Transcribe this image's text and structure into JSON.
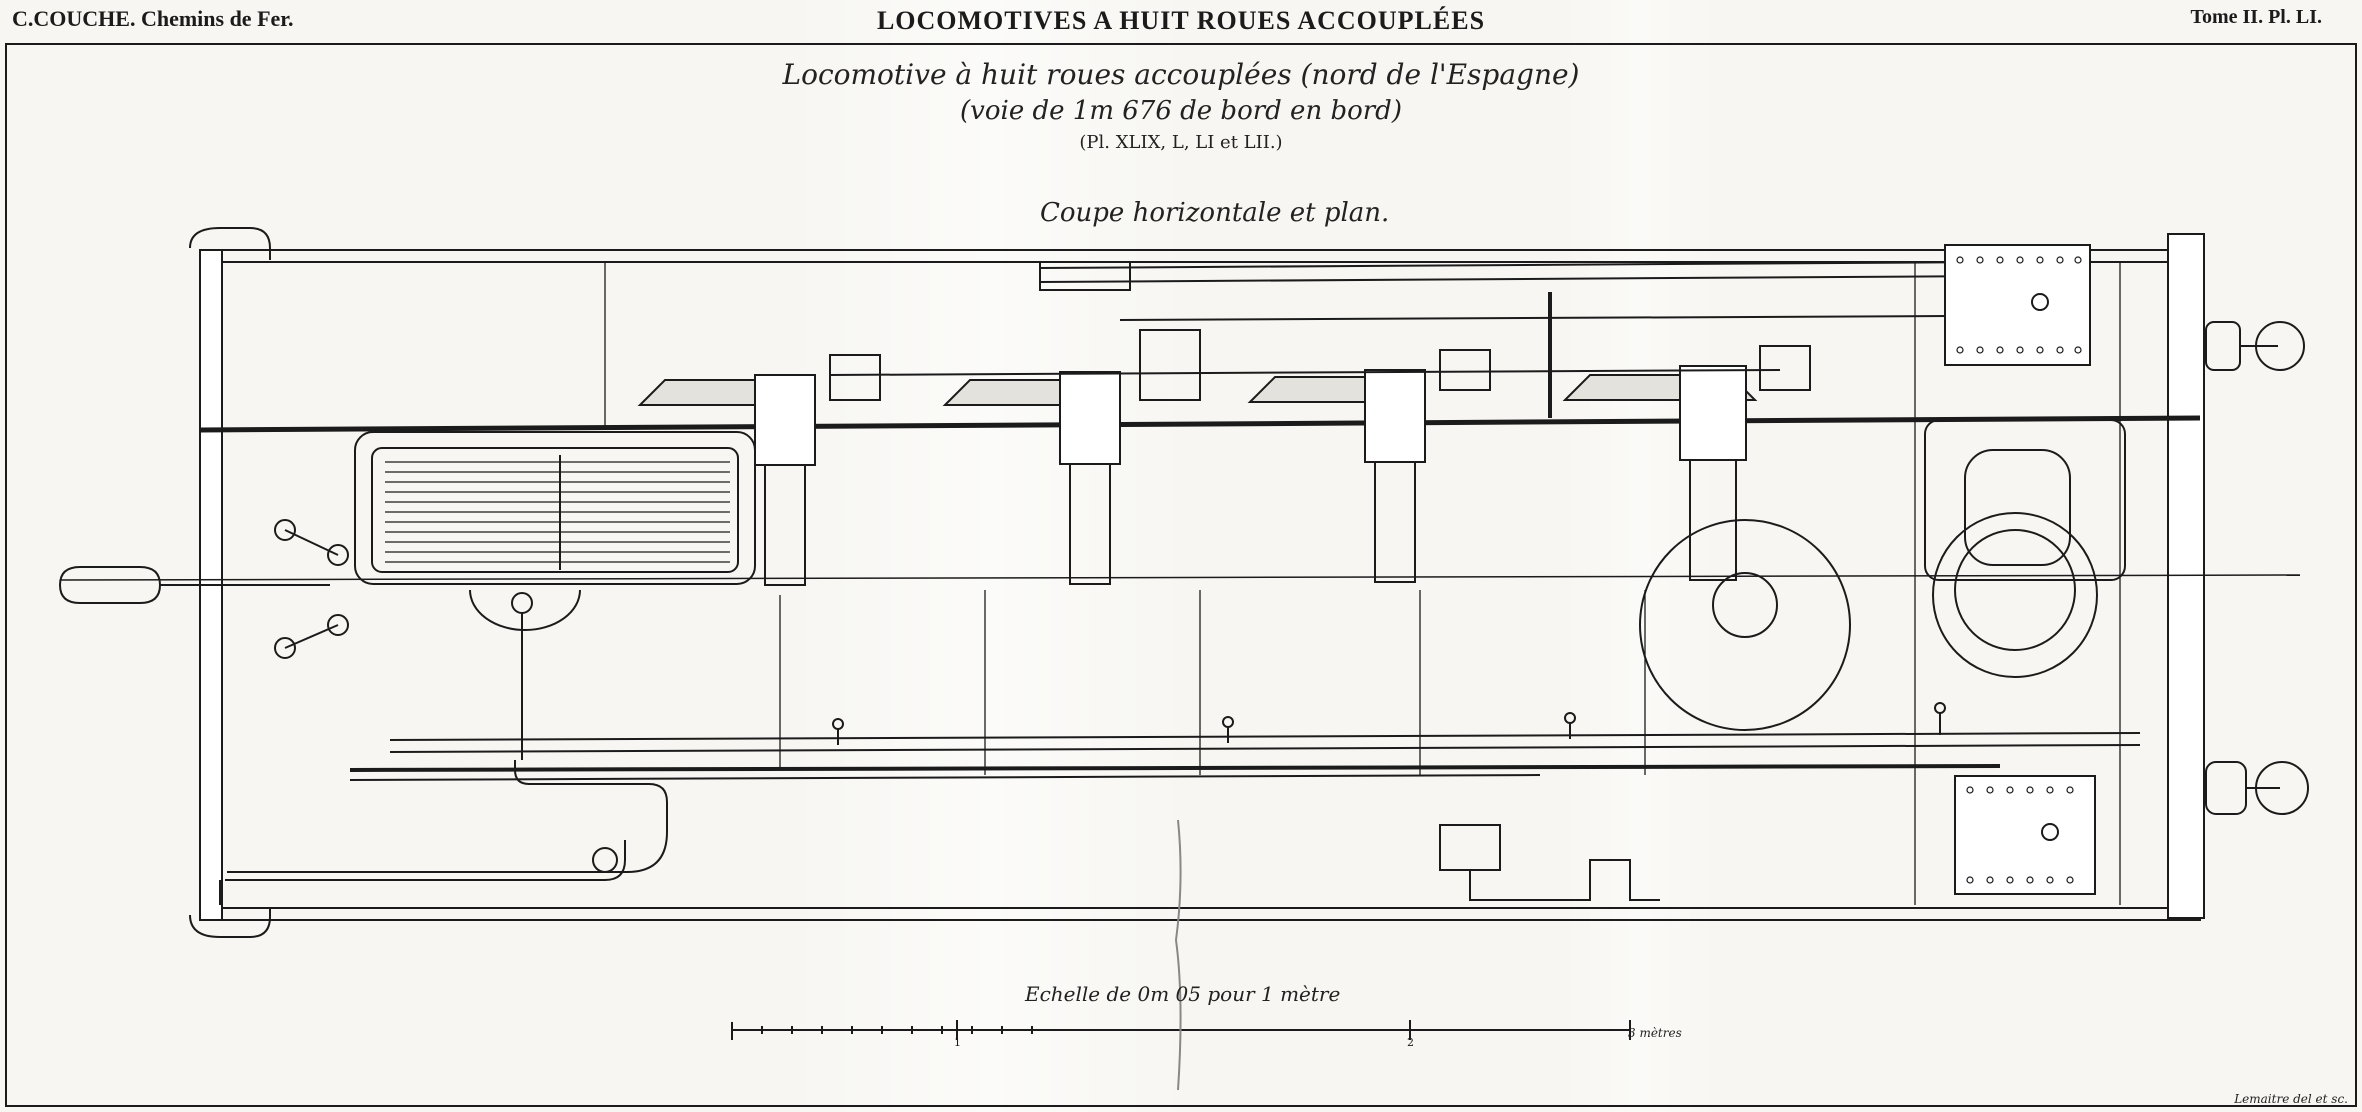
{
  "header": {
    "left": "C.COUCHE. Chemins de Fer.",
    "center": "LOCOMOTIVES A HUIT ROUES ACCOUPLÉES",
    "right": "Tome II.   Pl. LI."
  },
  "title": {
    "line1": "Locomotive à huit roues accouplées (nord de l'Espagne)",
    "line2": "(voie de 1m 676 de bord en bord)",
    "line3": "(Pl. XLIX, L, LI et LII.)"
  },
  "subtitle": "Coupe horizontale et plan.",
  "scale": {
    "caption": "Echelle de 0m 05 pour 1 mètre",
    "tick1": "1",
    "tick2": "2",
    "end_label": "3 mètres"
  },
  "credit": "Lemaitre del et sc.",
  "colors": {
    "paper": "#f7f6f2",
    "ink": "#1b1b1b",
    "fold": "#ebe9e3"
  }
}
